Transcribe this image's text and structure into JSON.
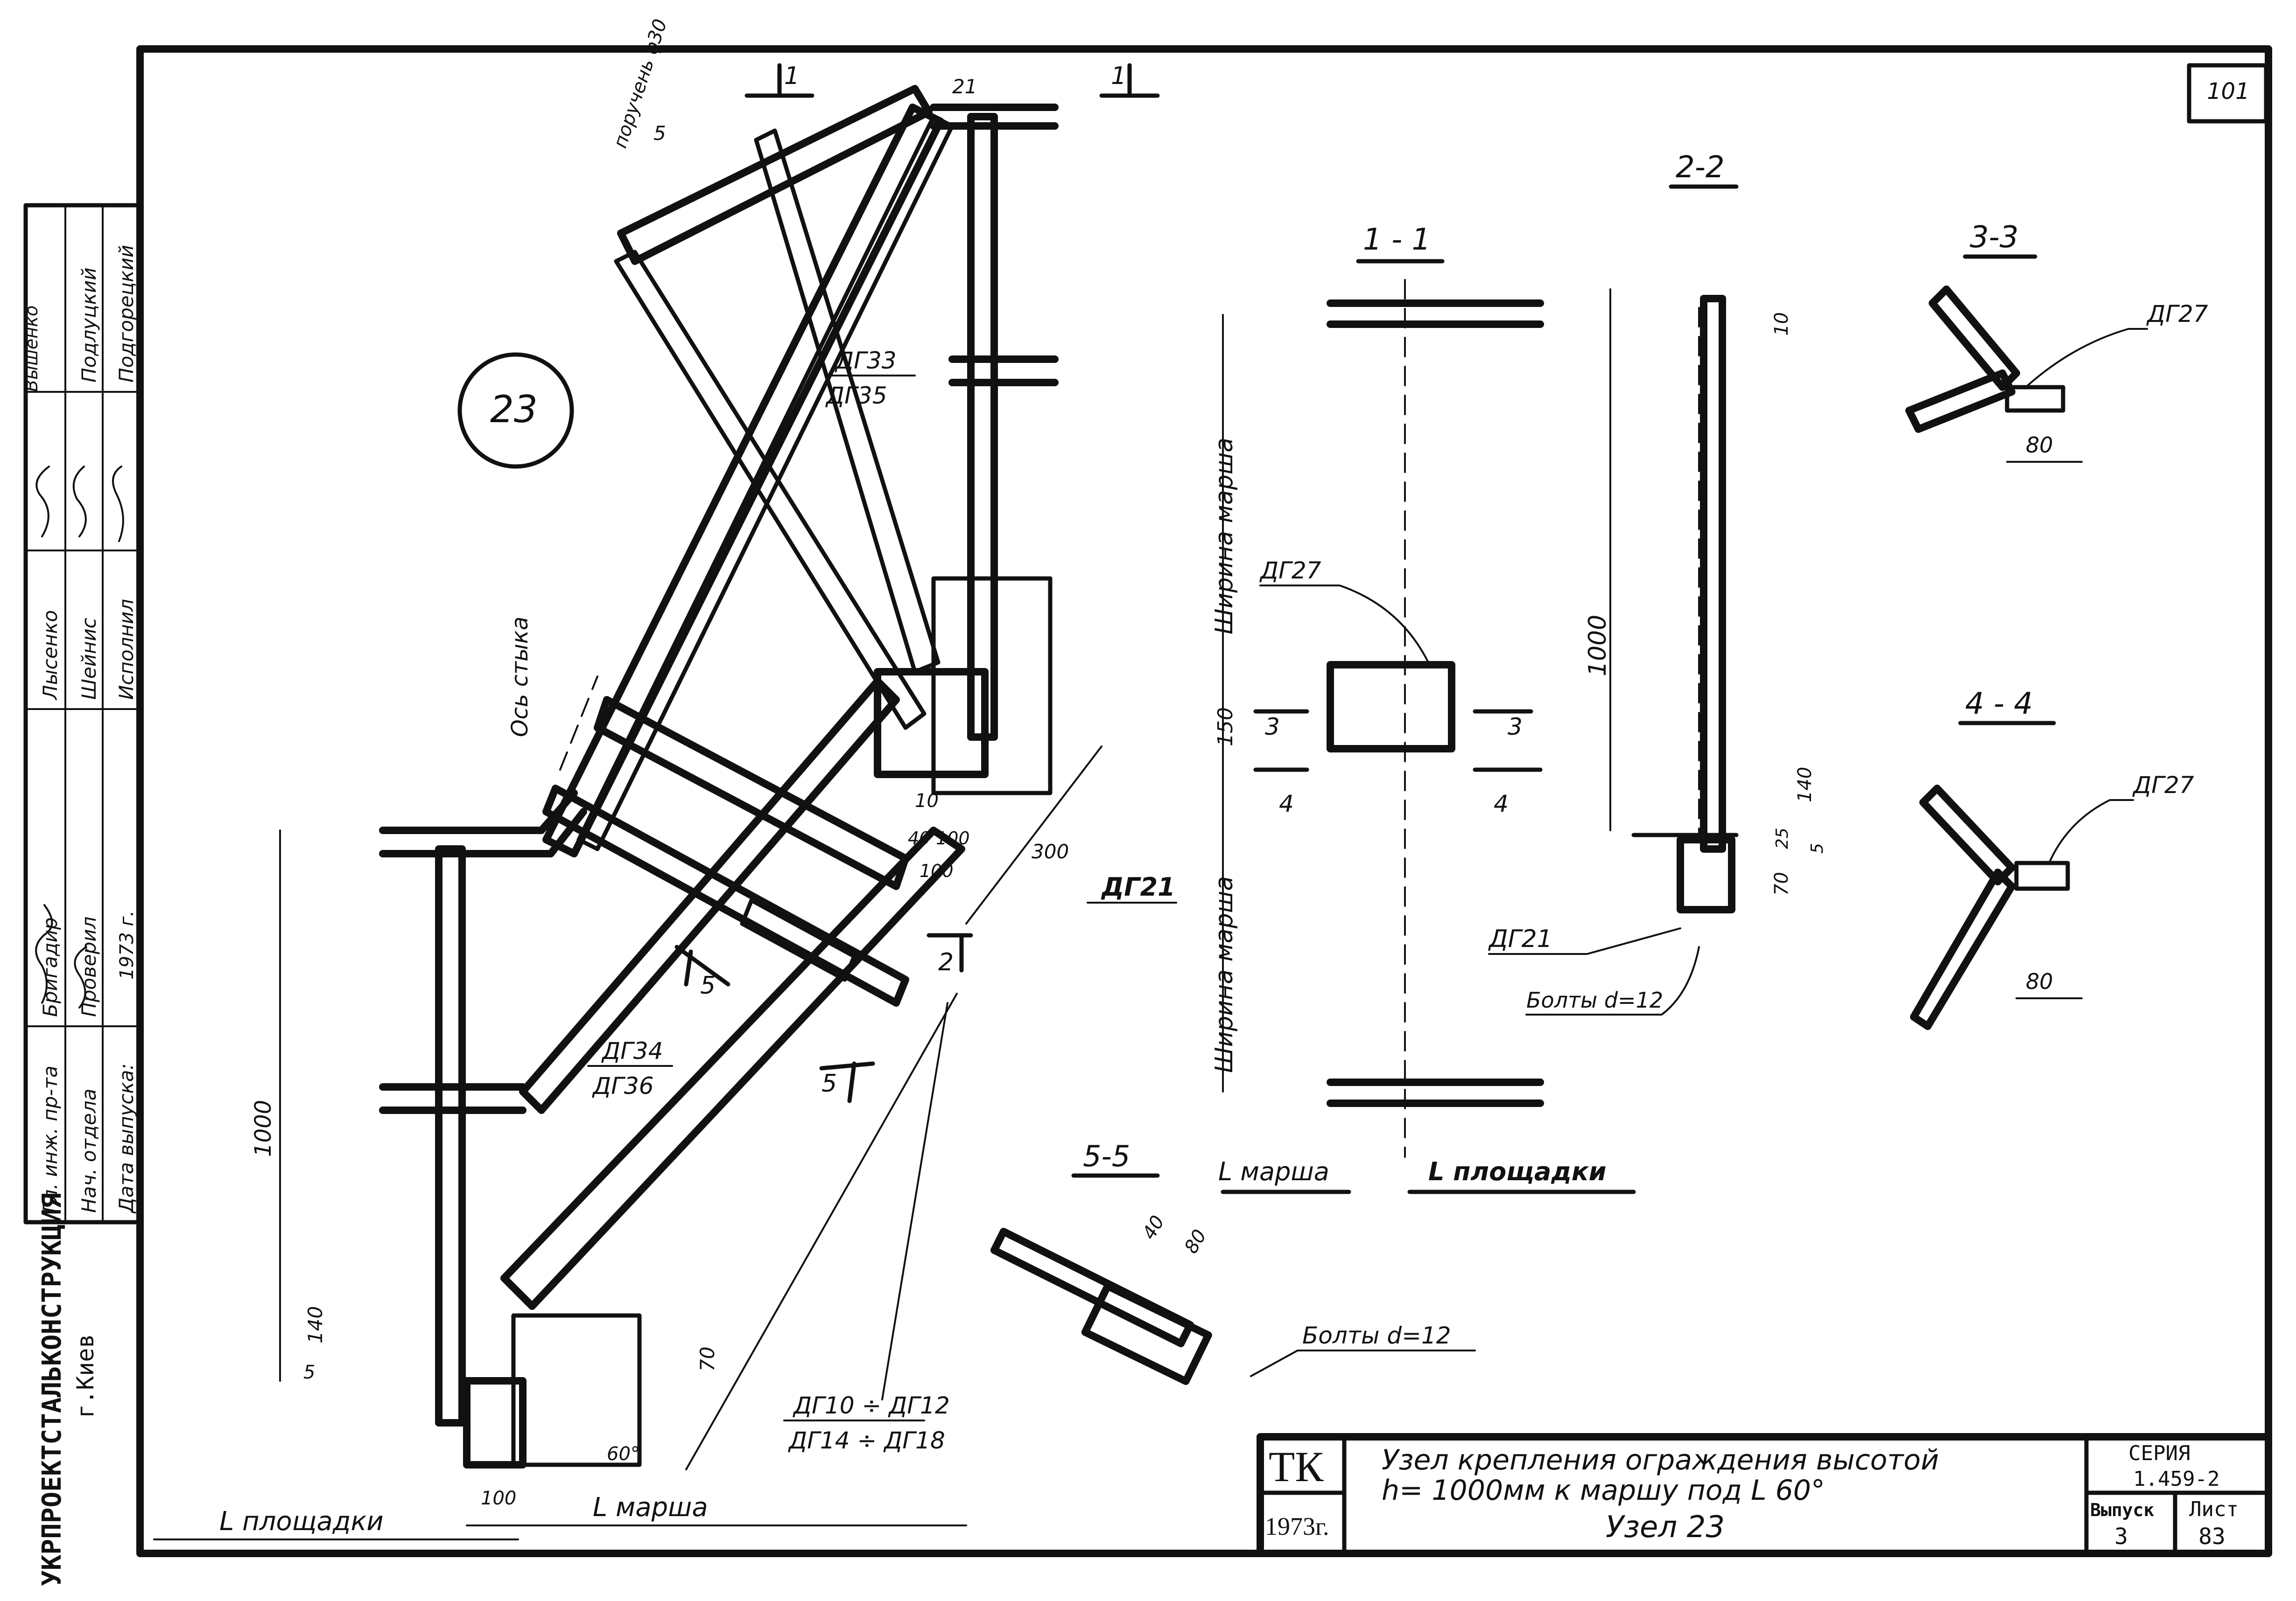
{
  "sheet": {
    "page_number": "101",
    "node_badge": "23",
    "main_labels": {
      "dg33": "ДГ33",
      "dg35": "ДГ35",
      "dg34": "ДГ34",
      "dg36": "ДГ36",
      "dg21": "ДГ21",
      "dg10_12": "ДГ10 ÷ ДГ12",
      "dg14_18": "ДГ14 ÷ ДГ18",
      "joint_axis": "Ось стыка",
      "handrail": "поручень φ30",
      "l_platform": "L площадки",
      "l_flight": "L марша"
    },
    "main_dims": {
      "d5": "5",
      "d21": "21",
      "d10": "10",
      "d40": "40",
      "d100a": "100",
      "d100b": "100",
      "d100c": "100",
      "d300": "300",
      "d1000": "1000",
      "d140": "140",
      "d5b": "5",
      "d70": "70",
      "angle": "60°"
    },
    "section_marks": {
      "s1a": "1",
      "s1b": "1",
      "s2": "2",
      "s5a": "5",
      "s5b": "5"
    },
    "section_1_1": {
      "title": "1 - 1",
      "label": "ДГ27",
      "width_upper": "Ширина марша",
      "width_lower": "Ширина марша",
      "dim150": "150",
      "mark3a": "3",
      "mark3b": "3",
      "mark4a": "4",
      "mark4b": "4",
      "l_flight": "L марша",
      "l_platform": "L площадки"
    },
    "section_2_2": {
      "title": "2-2",
      "dim10": "10",
      "dim1000": "1000",
      "dim140": "140",
      "dim25": "25",
      "dim5": "5",
      "dim70": "70",
      "label": "ДГ21",
      "bolts": "Болты d=12"
    },
    "section_3_3": {
      "title": "3-3",
      "label": "ДГ27",
      "dim80": "80"
    },
    "section_4_4": {
      "title": "4 - 4",
      "label": "ДГ27",
      "dim80": "80"
    },
    "section_5_5": {
      "title": "5-5",
      "dim40": "40",
      "dim80": "80",
      "bolts": "Болты d=12"
    },
    "side_stamp": {
      "roles": [
        "Гл. инж. пр-та",
        "Нач. отдела",
        "Бригадир",
        "Проверил",
        "Исполнил",
        "Дата выпуска:"
      ],
      "names": [
        "Лысенко",
        "Шейнис",
        "Подлуцкий",
        "Подгорецкий",
        "Вышенко",
        "1973 г."
      ],
      "org": "УКРПРОЕКТСТАЛЬКОНСТРУКЦИЯ",
      "city": "г.Киев"
    },
    "title_block": {
      "code": "ТК",
      "year": "1973г.",
      "title_line1": "Узел крепления ограждения высотой",
      "title_line2": "h= 1000мм к маршу под L 60°",
      "title_line3": "Узел 23",
      "series_label": "СЕРИЯ",
      "series_value": "1.459-2",
      "issue_label": "Выпуск",
      "issue_value": "3",
      "sheet_label": "Лист",
      "sheet_value": "83"
    }
  }
}
